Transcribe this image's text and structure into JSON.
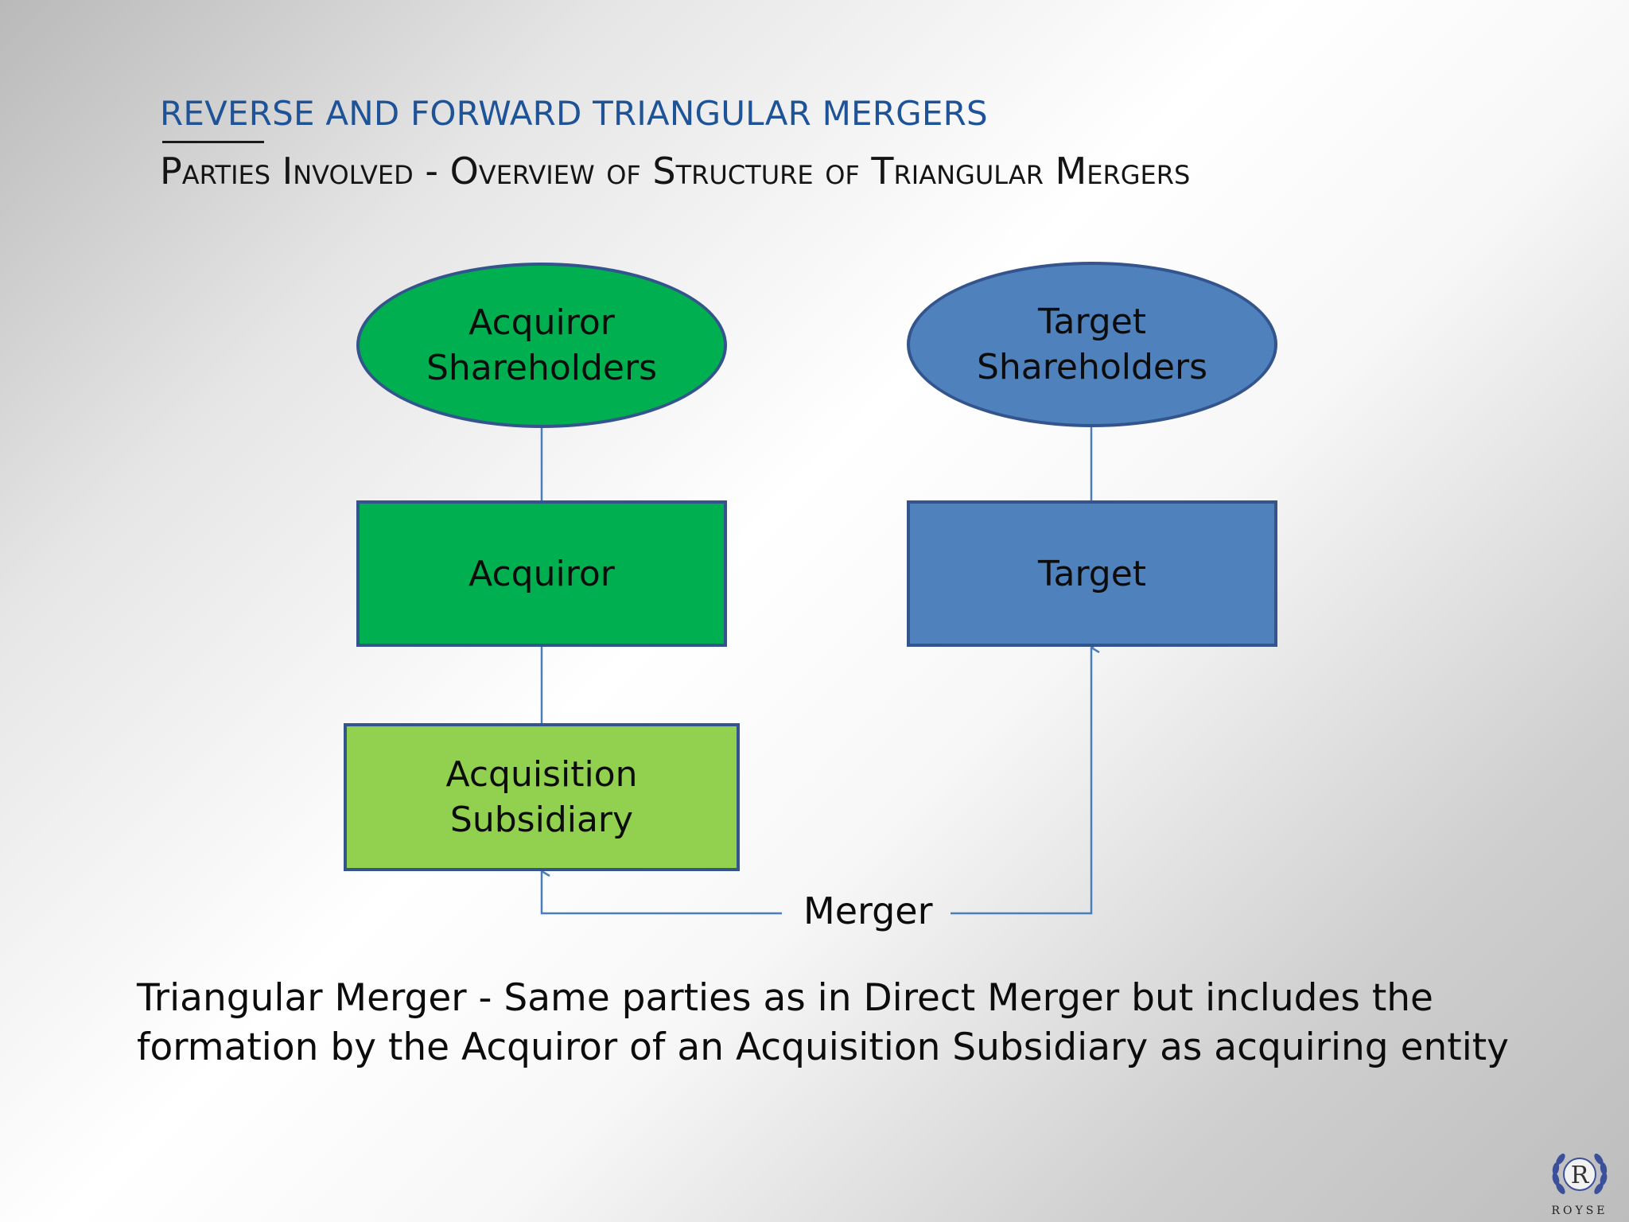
{
  "header": {
    "title": "REVERSE AND FORWARD TRIANGULAR MERGERS",
    "subtitle": "Parties Involved -  Overview of Structure of Triangular Mergers"
  },
  "diagram": {
    "nodes": {
      "acquiror_shareholders": "Acquiror\nShareholders",
      "target_shareholders": "Target\nShareholders",
      "acquiror": "Acquiror",
      "target": "Target",
      "acquisition_subsidiary": "Acquisition\nSubsidiary"
    },
    "merger_label": "Merger",
    "colors": {
      "acquiror_green": "#00b050",
      "subsidiary_green": "#92d050",
      "target_blue": "#4f81bd",
      "outline": "#33548c",
      "connector": "#4a7ebb"
    }
  },
  "caption": {
    "line1": "Triangular Merger - Same parties as in Direct Merger but includes the",
    "line2": "formation by the Acquiror of an Acquisition Subsidiary as acquiring entity"
  },
  "logo": {
    "letter": "R",
    "text": "ROYSE"
  }
}
